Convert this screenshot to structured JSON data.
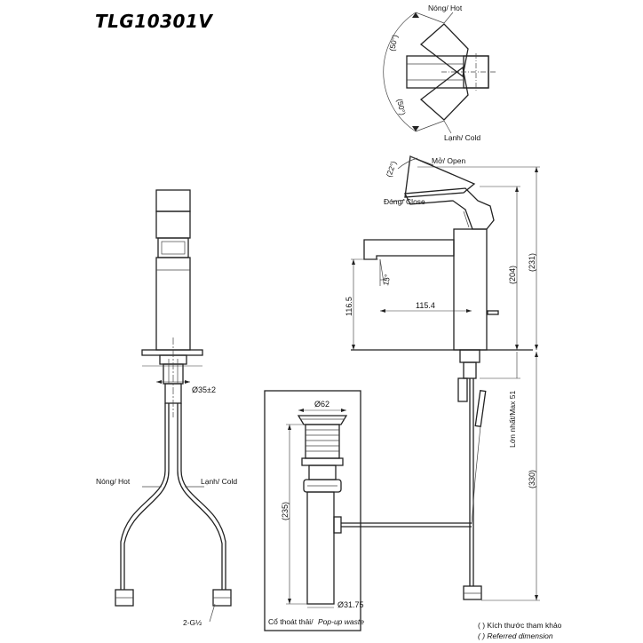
{
  "title": "TLG10301V",
  "top_view": {
    "hot": "Nóng/ Hot",
    "cold": "Lạnh/ Cold",
    "angle_hot": "(50°)",
    "angle_cold": "(50°)"
  },
  "side_view": {
    "open": "Mở/ Open",
    "close": "Đóng/ Close",
    "angle_open": "(22°)",
    "angle_spout": "15°",
    "dim_115_4": "115.4",
    "dim_116_5": "116.5",
    "dim_204": "(204)",
    "dim_231": "(231)",
    "dim_330": "(330)",
    "max_thickness": "Lớn nhất/Max 51"
  },
  "front_view": {
    "hole_dia": "Ø35±2",
    "hot": "Nóng/ Hot",
    "cold": "Lạnh/ Cold",
    "thread": "2-G½"
  },
  "waste": {
    "dia_top": "Ø62",
    "height": "(235)",
    "dia_bottom": "Ø31.75",
    "label_vi": "Cổ thoát thải/",
    "label_en": "Pop-up waste"
  },
  "legend": {
    "line1": "( ) Kích thước tham khảo",
    "line2": "( ) Referred dimension"
  }
}
